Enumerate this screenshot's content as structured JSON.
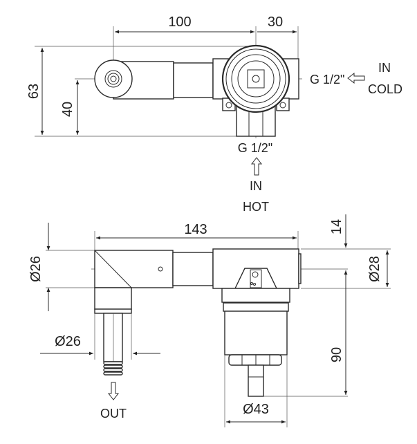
{
  "top_view": {
    "dim_100": "100",
    "dim_30": "30",
    "dim_63": "63",
    "dim_40": "40",
    "cold_thread": "G 1/2\"",
    "cold_in": "IN",
    "cold_label": "COLD",
    "hot_thread": "G 1/2\"",
    "hot_in": "IN",
    "hot_label": "HOT"
  },
  "side_view": {
    "dim_143": "143",
    "dim_14": "14",
    "dim_d26_top": "Ø26",
    "dim_d28": "Ø28",
    "dim_d26_outlet": "Ø26",
    "dim_90": "90",
    "dim_d43": "Ø43",
    "out_label": "OUT"
  },
  "colors": {
    "line": "#2a2a2a",
    "background": "#ffffff"
  }
}
